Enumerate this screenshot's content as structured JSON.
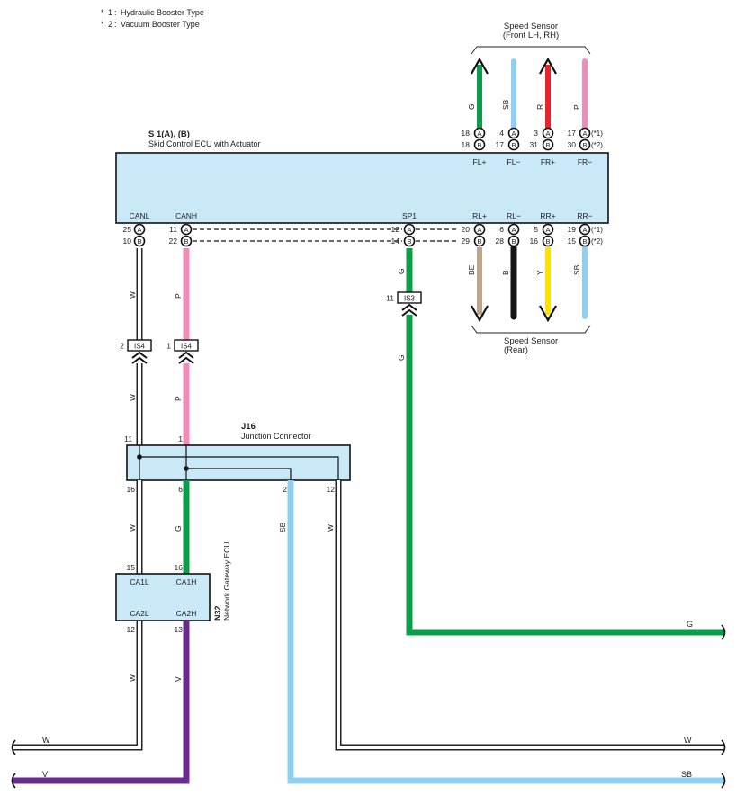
{
  "notes": [
    {
      "mark": "*",
      "num": "1",
      "text": "Hydraulic Booster Type"
    },
    {
      "mark": "*",
      "num": "2",
      "text": "Vacuum Booster Type"
    }
  ],
  "front_sensor": {
    "title": "Speed Sensor",
    "subtitle": "(Front LH,  RH)"
  },
  "rear_sensor": {
    "title": "Speed Sensor",
    "subtitle": "(Rear)"
  },
  "ecu": {
    "code": "S 1(A), (B)",
    "name": "Skid Control ECU with Actuator"
  },
  "ecu_top_pins": [
    {
      "label": "FL+",
      "pin_a": "18",
      "pin_b": "18",
      "wire": "G",
      "note_a": "",
      "note_b": ""
    },
    {
      "label": "FL−",
      "pin_a": "4",
      "pin_b": "17",
      "wire": "SB",
      "note_a": "",
      "note_b": ""
    },
    {
      "label": "FR+",
      "pin_a": "3",
      "pin_b": "31",
      "wire": "R",
      "note_a": "",
      "note_b": ""
    },
    {
      "label": "FR−",
      "pin_a": "17",
      "pin_b": "30",
      "wire": "P",
      "note_a": "(*1)",
      "note_b": "(*2)"
    }
  ],
  "ecu_bottom_pins": [
    {
      "label": "CANL",
      "pin_a": "25",
      "pin_b": "10",
      "wire": "W",
      "note_a": "",
      "note_b": ""
    },
    {
      "label": "CANH",
      "pin_a": "11",
      "pin_b": "22",
      "wire": "P",
      "note_a": "",
      "note_b": ""
    },
    {
      "label": "SP1",
      "pin_a": "12",
      "pin_b": "14",
      "wire": "G",
      "note_a": "",
      "note_b": ""
    },
    {
      "label": "RL+",
      "pin_a": "20",
      "pin_b": "29",
      "wire": "BE",
      "note_a": "",
      "note_b": ""
    },
    {
      "label": "RL−",
      "pin_a": "6",
      "pin_b": "28",
      "wire": "B",
      "note_a": "",
      "note_b": ""
    },
    {
      "label": "RR+",
      "pin_a": "5",
      "pin_b": "16",
      "wire": "Y",
      "note_a": "",
      "note_b": ""
    },
    {
      "label": "RR−",
      "pin_a": "19",
      "pin_b": "15",
      "wire": "SB",
      "note_a": "(*1)",
      "note_b": "(*2)"
    }
  ],
  "connector_letters": {
    "a": "A",
    "b": "B"
  },
  "inline_connectors": [
    {
      "name": "IS4",
      "pin": "2"
    },
    {
      "name": "IS4",
      "pin": "1"
    },
    {
      "name": "IS3",
      "pin": "11"
    }
  ],
  "junction": {
    "code": "J16",
    "name": "Junction Connector",
    "pins_top": [
      "11",
      "1"
    ],
    "pins_bottom": [
      "16",
      "6",
      "2",
      "12"
    ]
  },
  "gateway": {
    "code": "N32",
    "name": "Network Gateway ECU",
    "pins_top": [
      "15",
      "16"
    ],
    "pins_bottom": [
      "12",
      "13"
    ],
    "labels": [
      "CA1L",
      "CA1H",
      "CA2L",
      "CA2H"
    ]
  },
  "wire_labels": {
    "W": "W",
    "P": "P",
    "G": "G",
    "SB": "SB",
    "V": "V"
  },
  "colors": {
    "G": "#0d9c4a",
    "SB": "#8fd0f2",
    "R": "#e8232a",
    "P": "#f08cba",
    "BE": "#bfa48c",
    "B": "#151515",
    "Y": "#ffe000",
    "V": "#6a2b8e",
    "W": "#ffffff",
    "box_fill": "#c9e9f9",
    "line": "#222222"
  }
}
